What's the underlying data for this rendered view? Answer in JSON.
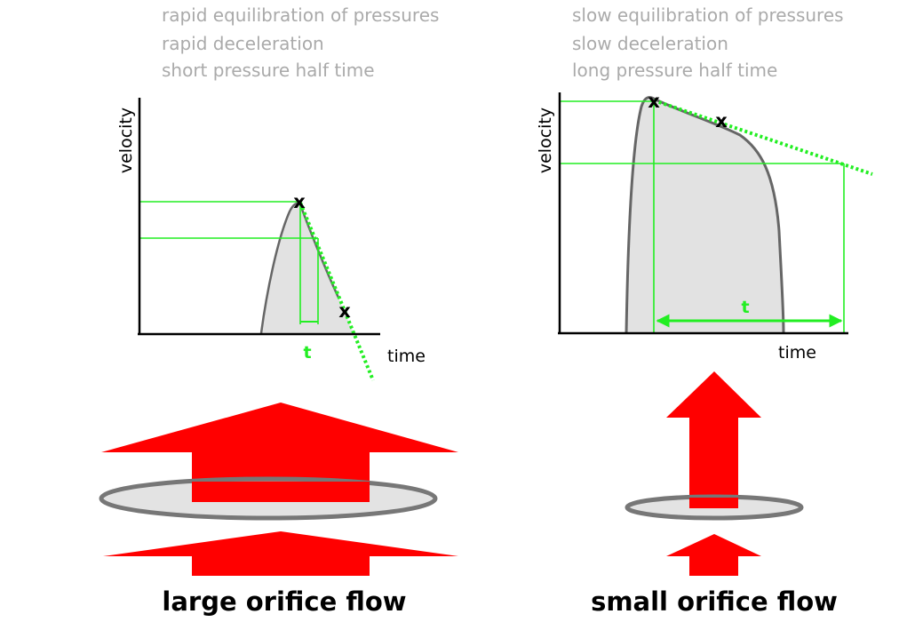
{
  "colors": {
    "green": "#22ee22",
    "red": "#ff0000",
    "gray_fill": "#e2e2e2",
    "curve_gray": "#666666",
    "text_gray": "#aaaaaa"
  },
  "left_panel": {
    "description": [
      "rapid equilibration of pressures",
      "rapid deceleration",
      "short pressure half time"
    ],
    "ylabel": "velocity",
    "xlabel": "time",
    "point_marker": "x",
    "interval_label": "t",
    "caption": "large orifice flow"
  },
  "right_panel": {
    "description": [
      "slow equilibration of pressures",
      "slow deceleration",
      "long pressure half time"
    ],
    "ylabel": "velocity",
    "xlabel": "time",
    "point_marker": "x",
    "interval_label": "t",
    "caption": "small orifice flow"
  }
}
